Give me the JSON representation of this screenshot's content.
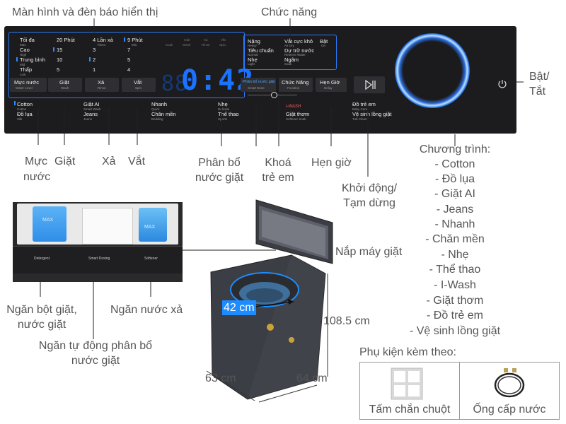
{
  "callouts": {
    "display_indicator": "Màn hình và đèn báo hiển thị",
    "functions": "Chức năng",
    "power_line1": "Bật/",
    "power_line2": "Tắt",
    "water_level_line1": "Mực",
    "water_level_line2": "nước",
    "wash": "Giặt",
    "rinse": "Xả",
    "spin": "Vắt",
    "auto_dose_line1": "Phân bổ",
    "auto_dose_line2": "nước giặt",
    "child_lock_line1": "Khoá",
    "child_lock_line2": "trẻ em",
    "timer": "Hẹn giờ",
    "start_pause_line1": "Khởi động/",
    "start_pause_line2": "Tạm dừng",
    "lid": "Nắp máy giặt",
    "powder_tray_line1": "Ngăn bột giặt,",
    "powder_tray_line2": "nước giặt",
    "softener_tray": "Ngăn nước xả",
    "auto_tray_line1": "Ngăn tự động phân bổ",
    "auto_tray_line2": "nước giặt"
  },
  "programs": {
    "title": "Chương trình:",
    "items": [
      "- Cotton",
      "- Đồ lụa",
      "- Giặt AI",
      "- Jeans",
      "- Nhanh",
      "- Chăn mền",
      "- Nhẹ",
      "- Thể thao",
      "- I-Wash",
      "- Giặt thơm",
      "- Đồ trẻ em",
      "- Vệ sinh lồng giặt"
    ]
  },
  "dimensions": {
    "drum": "42 cm",
    "height": "108.5 cm",
    "width": "63 cm",
    "depth": "64 cm"
  },
  "accessories": {
    "title": "Phụ kiện kèm theo:",
    "mouse_guard": "Tấm chắn chuột",
    "water_hose": "Ống cấp nước"
  },
  "panel": {
    "water_levels": [
      {
        "vi": "Tối đa",
        "en": "Max"
      },
      {
        "vi": "Cao",
        "en": "High"
      },
      {
        "vi": "Trung bình",
        "en": "Mid"
      },
      {
        "vi": "Thấp",
        "en": "Low"
      }
    ],
    "wash_times": [
      "20 Phút",
      "15",
      "10",
      "5"
    ],
    "rinse_times": [
      "4 Lần xả",
      "3",
      "2",
      "1"
    ],
    "rinse_times_sub": "Times",
    "spin_times": [
      "9 Phút",
      "7",
      "5",
      "4"
    ],
    "spin_times_sub": "Min.",
    "status_labels": [
      {
        "vi": "Giặt",
        "en": "Wash"
      },
      {
        "vi": "Xả",
        "en": "Rinse"
      },
      {
        "vi": "Vắt",
        "en": "Spin"
      }
    ],
    "soak": "Soak",
    "display_time": "0:42",
    "functions_grid": [
      {
        "vi": "Nặng",
        "en": "Heavy"
      },
      {
        "vi": "Vắt cực khô",
        "en": "Air Dry"
      },
      {
        "vi": "Bật",
        "en": "On"
      },
      {
        "vi": "Tiêu chuẩn",
        "en": "Normal"
      },
      {
        "vi": "Dự trữ nước",
        "en": "Reserve Water"
      },
      {
        "vi": "Nhẹ",
        "en": "Light"
      },
      {
        "vi": "Ngâm",
        "en": "Soak"
      }
    ],
    "buttons": [
      {
        "vi": "Mực nước",
        "en": "Water Level"
      },
      {
        "vi": "Giặt",
        "en": "Wash"
      },
      {
        "vi": "Xả",
        "en": "Rinse"
      },
      {
        "vi": "Vắt",
        "en": "Spin"
      },
      {
        "vi": "Phân bổ nước giặt",
        "en": "Smart Dose"
      },
      {
        "vi": "Chức Năng",
        "en": "Function"
      },
      {
        "vi": "Hẹn Giờ",
        "en": "Delay"
      }
    ],
    "programs_row": [
      {
        "vi": "Cotton",
        "en": "Cotton"
      },
      {
        "vi": "Đồ lụa",
        "en": "Silk"
      },
      {
        "vi": "Giặt AI",
        "en": "Smart Wash"
      },
      {
        "vi": "Jeans",
        "en": "Jeans"
      },
      {
        "vi": "Nhanh",
        "en": "Quick"
      },
      {
        "vi": "Chăn mền",
        "en": "Bedding"
      },
      {
        "vi": "Nhẹ",
        "en": "Delicate"
      },
      {
        "vi": "Thể thao",
        "en": "Sports"
      },
      {
        "vi": "i-WASH",
        "en": ""
      },
      {
        "vi": "Giặt thơm",
        "en": "Softener Soak"
      },
      {
        "vi": "Đồ trẻ em",
        "en": "Baby Care"
      },
      {
        "vi": "Vệ sinh lồng giặt",
        "en": "Tub Clean"
      }
    ]
  },
  "drawer": {
    "max_left": "MAX",
    "max_right": "MAX",
    "detergent": "Detergent",
    "smart_dosing": "Smart Dosing",
    "softener": "Softener"
  },
  "colors": {
    "panel_bg": "#1c1c1e",
    "display_blue": "#1a73ff",
    "detergent_blue": "#2e8ee8",
    "lid_accent": "#1d8cff"
  }
}
